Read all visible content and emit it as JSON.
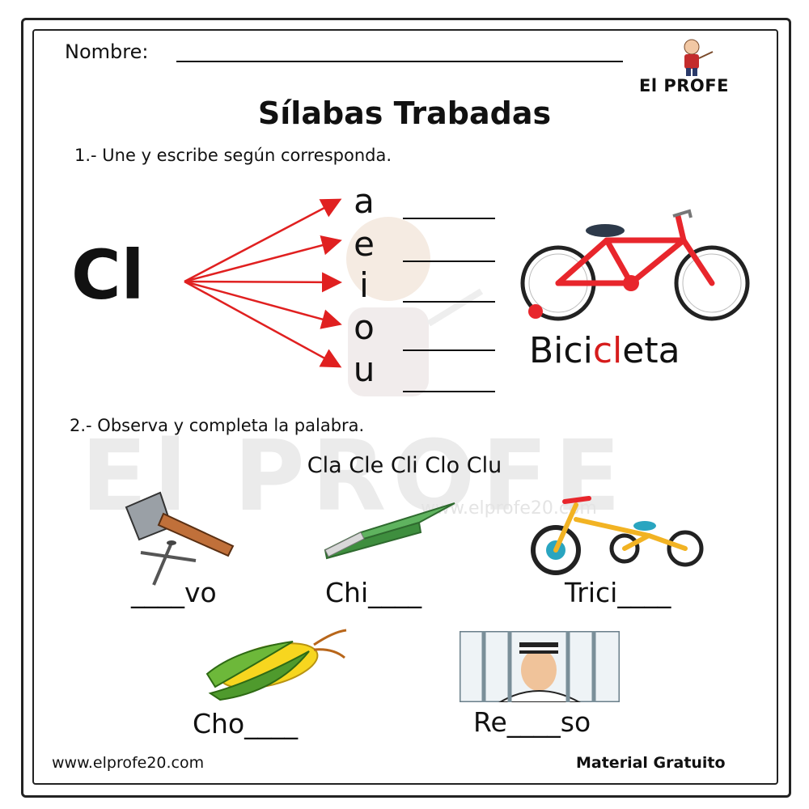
{
  "header": {
    "name_label": "Nombre:",
    "logo_text": "El PROFE",
    "title": "Sílabas Trabadas"
  },
  "exercise1": {
    "instruction": "1.- Une y escribe según corresponda.",
    "cluster": "Cl",
    "vowels": [
      "a",
      "e",
      "i",
      "o",
      "u"
    ],
    "example_word": {
      "before": "Bici",
      "highlight": "cl",
      "after": "eta"
    },
    "highlight_color": "#d61c1c",
    "arrow_color": "#e02020"
  },
  "exercise2": {
    "instruction": "2.- Observa y completa la palabra.",
    "syllables": "Cla Cle Cli Clo Clu",
    "words": [
      "____vo",
      "Chi____",
      "Trici____",
      "Cho____",
      "Re____so"
    ]
  },
  "watermark": {
    "text": "El PROFE",
    "url": "www.elprofe20.com"
  },
  "footer": {
    "url": "www.elprofe20.com",
    "note": "Material Gratuito"
  }
}
